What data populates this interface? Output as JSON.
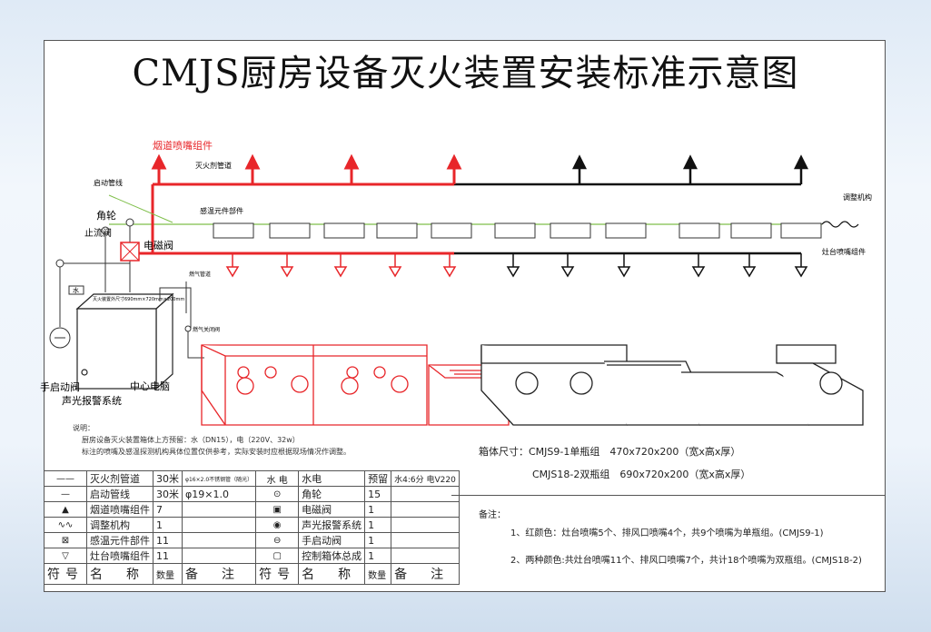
{
  "title": "CMJS厨房设备灭火装置安装标准示意图",
  "labels": {
    "flue_nozzle": "烟道喷嘴组件",
    "agent_pipe": "灭火剂管道",
    "start_pipe": "启动管线",
    "angle_wheel": "角轮",
    "check_valve": "止流阀",
    "solenoid": "电磁阀",
    "sensor": "感温元件部件",
    "adjust": "调整机构",
    "stove_nozzle": "灶台喷嘴组件",
    "gas_pipe": "燃气管道",
    "gas_valve": "燃气关闭阀",
    "manual_valve": "手启动阀",
    "alarm": "声光报警系统",
    "center": "中心电脑",
    "water": "水",
    "box_label": "灭火装置外尺寸690mm×720mm×200mm"
  },
  "notes": {
    "heading": "说明：",
    "line1": "厨房设备灭火装置箱体上方预留：水（DN15），电（220V、32w）",
    "line2": "标注的喷嘴及感温探测机构具体位置仅供参考，实际安装时应根据现场情况作调整。"
  },
  "dims": {
    "single": "箱体尺寸：CMJS9-1单瓶组　470x720x200（宽x高x厚）",
    "double": "CMJS18-2双瓶组　690x720x200（宽x高x厚）"
  },
  "legend": {
    "rows": [
      {
        "sym": "——",
        "name": "灭火剂管道",
        "qty": "30米",
        "note": "φ16×2.0不锈钢管（随光）",
        "sym2": "水 电",
        "name2": "水电",
        "qty2": "预留",
        "note2": "水4:6分 电V220"
      },
      {
        "sym": "—",
        "name": "启动管线",
        "qty": "30米",
        "note": "φ19×1.0",
        "sym2": "⊙",
        "name2": "角轮",
        "qty2": "15",
        "note2": ""
      },
      {
        "sym": "▲",
        "name": "烟道喷嘴组件",
        "qty": "7",
        "note": "",
        "sym2": "▣",
        "name2": "电磁阀",
        "qty2": "1",
        "note2": ""
      },
      {
        "sym": "∿∿",
        "name": "调整机构",
        "qty": "1",
        "note": "",
        "sym2": "◉",
        "name2": "声光报警系统",
        "qty2": "1",
        "note2": ""
      },
      {
        "sym": "⊠",
        "name": "感温元件部件",
        "qty": "11",
        "note": "",
        "sym2": "⊖",
        "name2": "手启动阀",
        "qty2": "1",
        "note2": ""
      },
      {
        "sym": "▽",
        "name": "灶台喷嘴组件",
        "qty": "11",
        "note": "",
        "sym2": "▢",
        "name2": "控制箱体总成",
        "qty2": "1",
        "note2": ""
      }
    ],
    "header": {
      "sym": "符号",
      "name": "名　称",
      "qty": "数量",
      "note": "备　注",
      "sym2": "符号",
      "name2": "名　称",
      "qty2": "数量",
      "note2": "备　注"
    }
  },
  "remarks": {
    "heading": "备注：",
    "r1": "1、红颜色：灶台喷嘴5个、排风口喷嘴4个，共9个喷嘴为单瓶组。(CMJS9-1)",
    "r2": "2、两种颜色:共灶台喷嘴11个、排风口喷嘴7个，共计18个喷嘴为双瓶组。(CMJS18-2)"
  },
  "colors": {
    "red": "#e8262a",
    "black": "#111111",
    "green": "#7fbf4a"
  }
}
